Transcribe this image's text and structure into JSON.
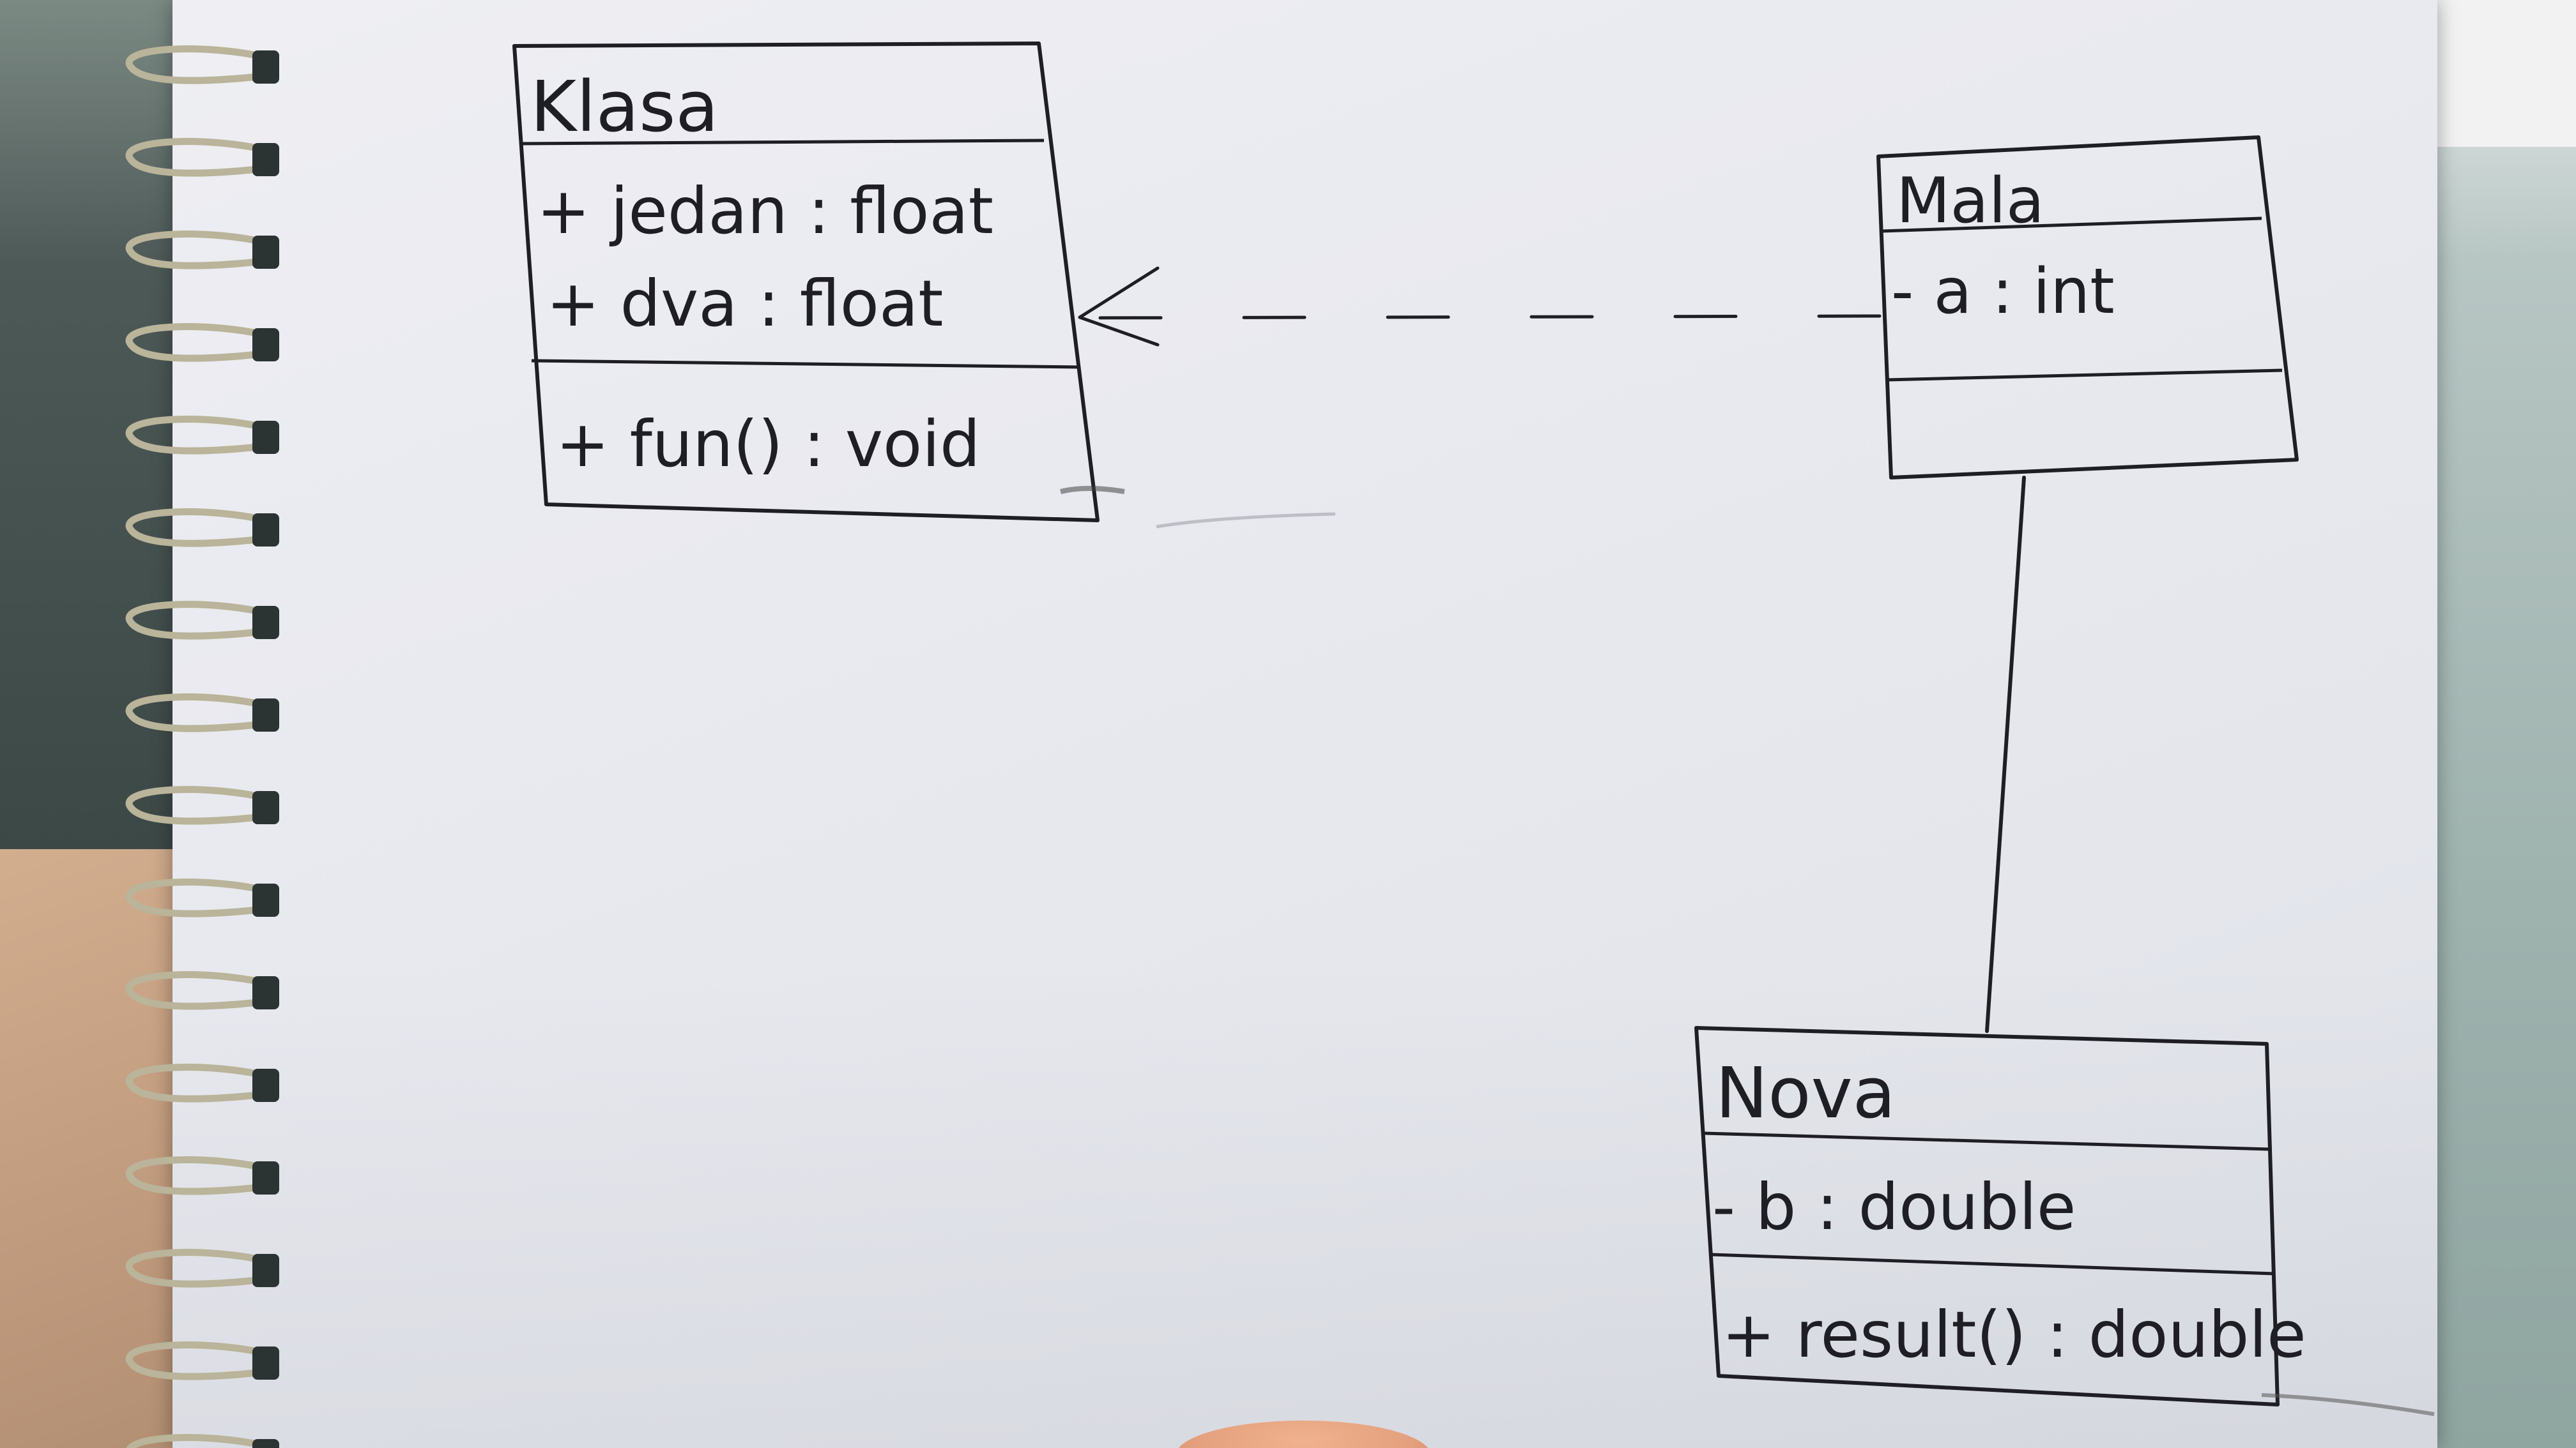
{
  "diagram": {
    "type": "uml-class-diagram",
    "classes": [
      {
        "id": "klasa",
        "name": "Klasa",
        "attributes": [
          "+ jedan : float",
          "+ dva : float"
        ],
        "methods": [
          "+ fun() : void"
        ]
      },
      {
        "id": "mala",
        "name": "Mala",
        "attributes": [
          "- a : int"
        ],
        "methods": []
      },
      {
        "id": "nova",
        "name": "Nova",
        "attributes": [
          "- b : double"
        ],
        "methods": [
          "+ result() : double"
        ]
      }
    ],
    "relationships": [
      {
        "from": "mala",
        "to": "klasa",
        "kind": "dependency",
        "line": "dashed",
        "arrowhead": "open"
      },
      {
        "from": "mala",
        "to": "nova",
        "kind": "association",
        "line": "solid",
        "arrowhead": "none"
      }
    ],
    "colors": {
      "ink": "#1e1e24",
      "paper": "#e9eaf0",
      "spiral": "#b9b49a"
    }
  }
}
